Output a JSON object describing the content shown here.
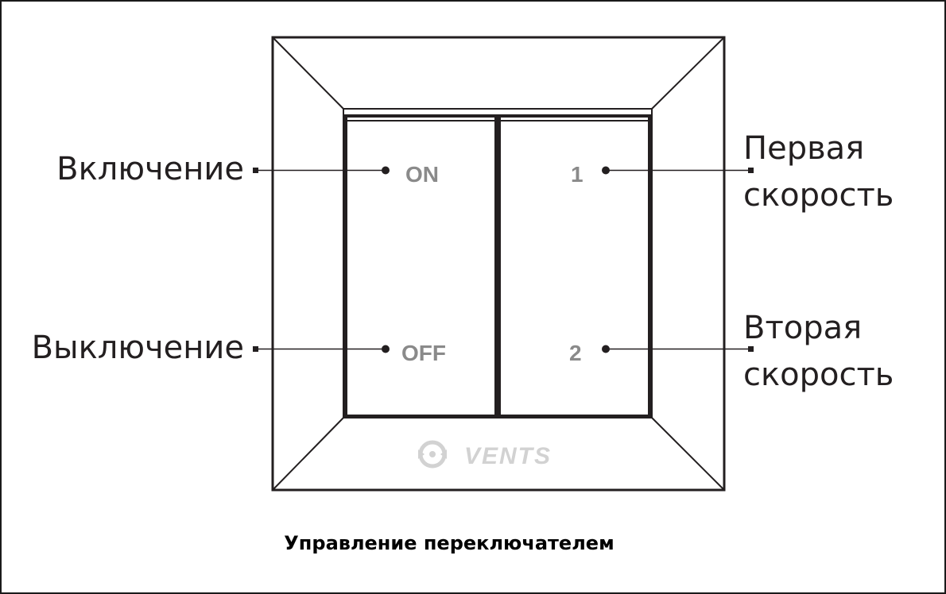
{
  "labels": {
    "on_desc": "Включение",
    "off_desc": "Выключение",
    "speed1_line1": "Первая",
    "speed1_line2": "скорость",
    "speed2_line1": "Вторая",
    "speed2_line2": "скорость"
  },
  "switch": {
    "on": "ON",
    "off": "OFF",
    "speed1": "1",
    "speed2": "2"
  },
  "brand": "VENTS",
  "caption": "Управление переключателем",
  "colors": {
    "outline": "#231f20",
    "button_text": "#8a8a8a",
    "brand": "#d2d2d2"
  }
}
